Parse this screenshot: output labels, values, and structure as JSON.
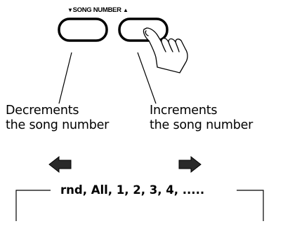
{
  "header": {
    "down_symbol": "▼",
    "label": "SONG NUMBER",
    "up_symbol": "▲"
  },
  "captions": {
    "decrement": {
      "line1": "Decrements",
      "line2": "the song number"
    },
    "increment": {
      "line1": "Increments",
      "line2": "the song number"
    }
  },
  "sequence": "rnd, All, 1, 2, 3, 4, .....",
  "icons": {
    "left_arrow": "arrow-left-icon",
    "right_arrow": "arrow-right-icon",
    "hand": "pointing-hand-icon"
  },
  "colors": {
    "ink": "#000000",
    "arrow_fill": "#2a2a2a",
    "background": "#ffffff"
  }
}
